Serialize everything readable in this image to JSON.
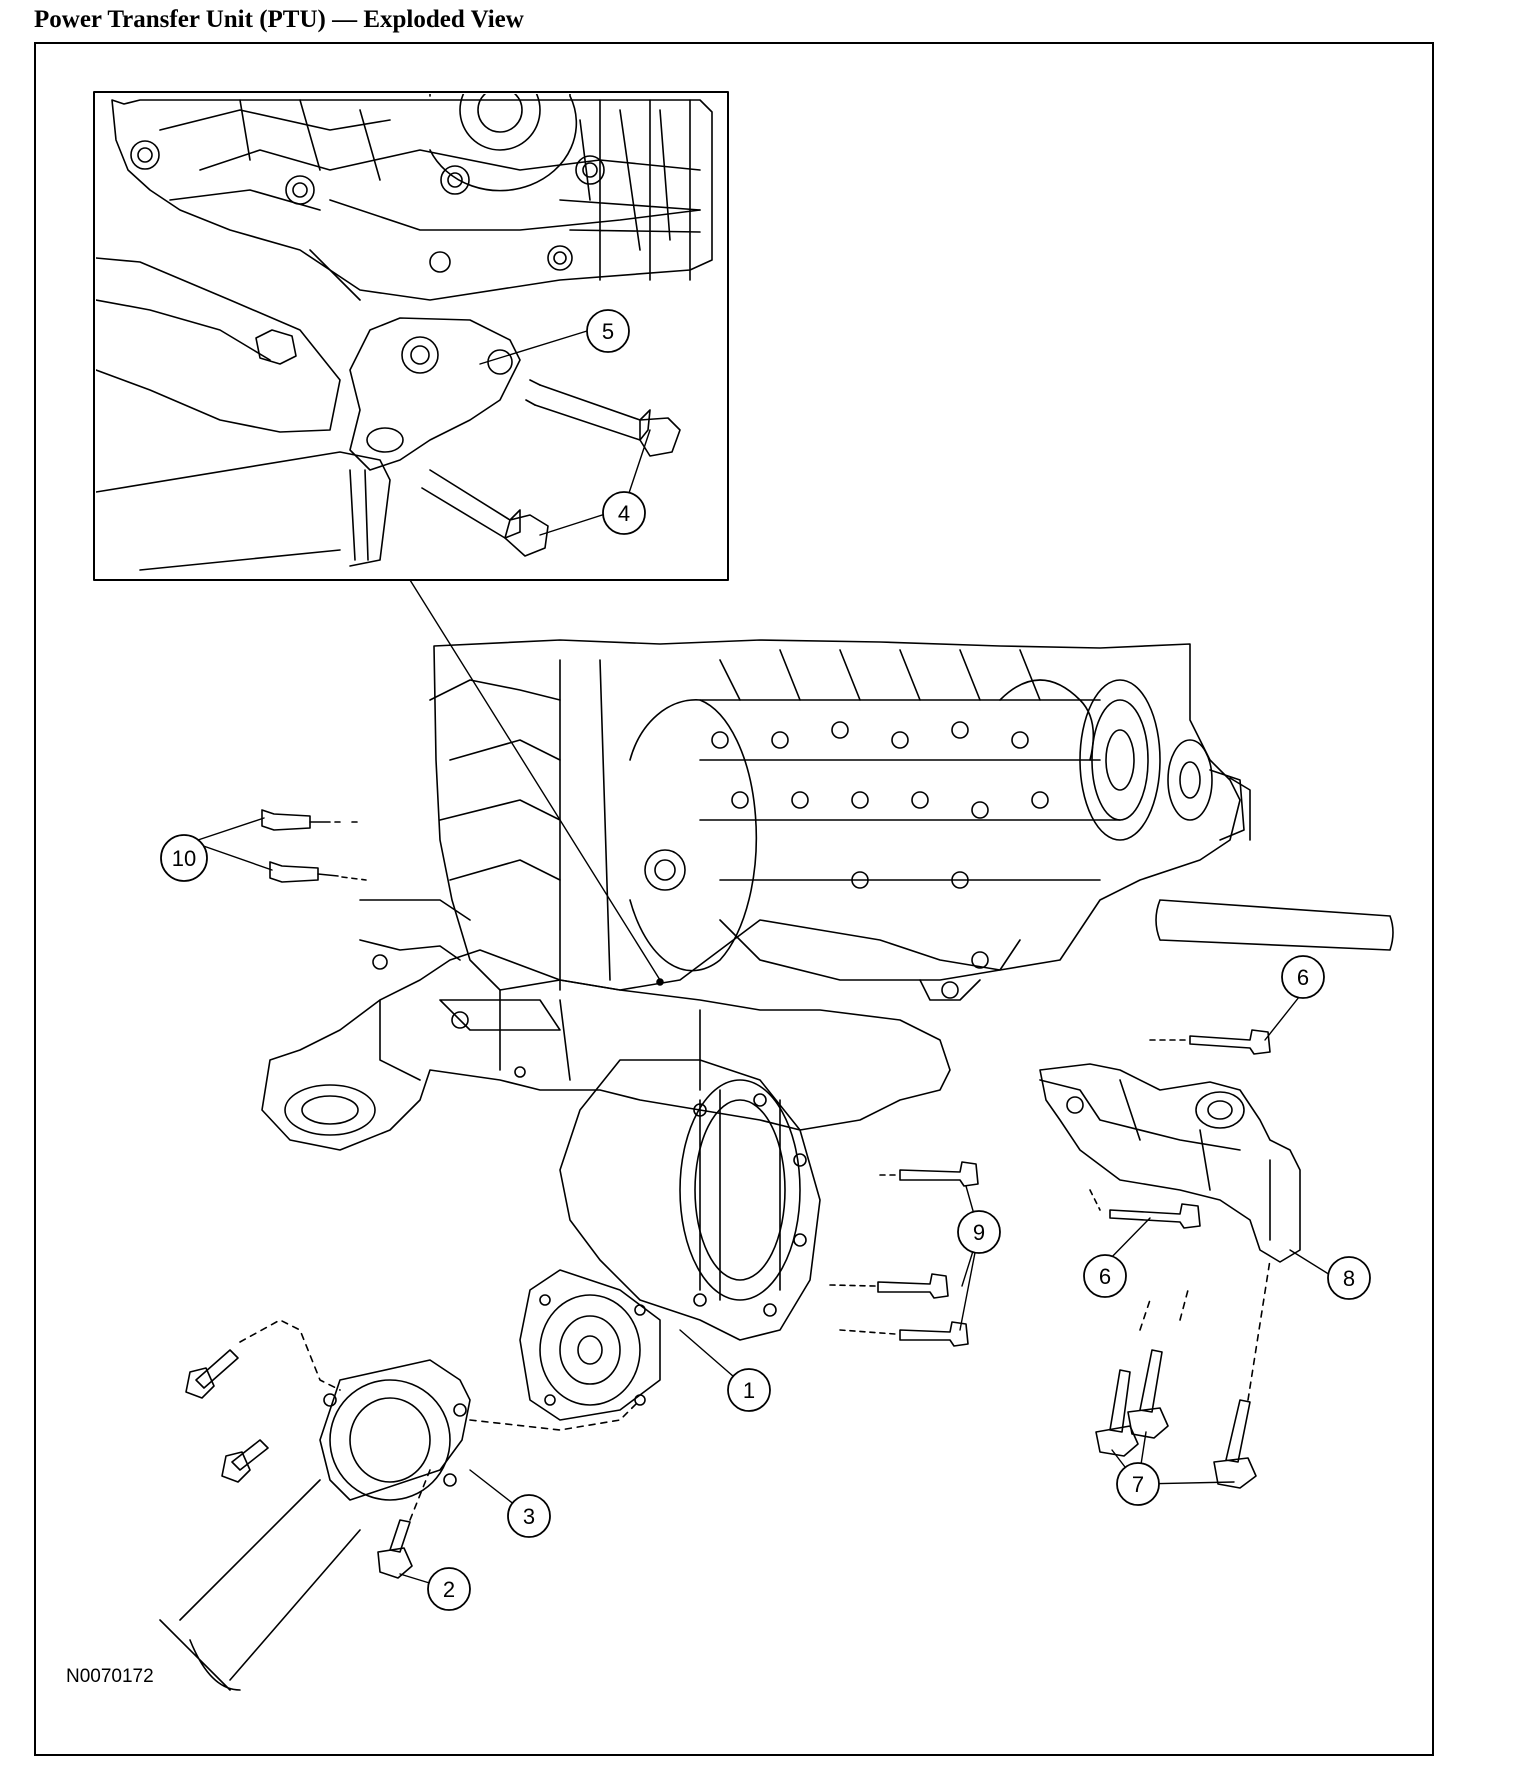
{
  "title": "Power Transfer Unit (PTU) — Exploded View",
  "figure_id": "N0070172",
  "callouts": [
    "1",
    "2",
    "3",
    "4",
    "5",
    "6",
    "6",
    "7",
    "8",
    "9",
    "10"
  ]
}
